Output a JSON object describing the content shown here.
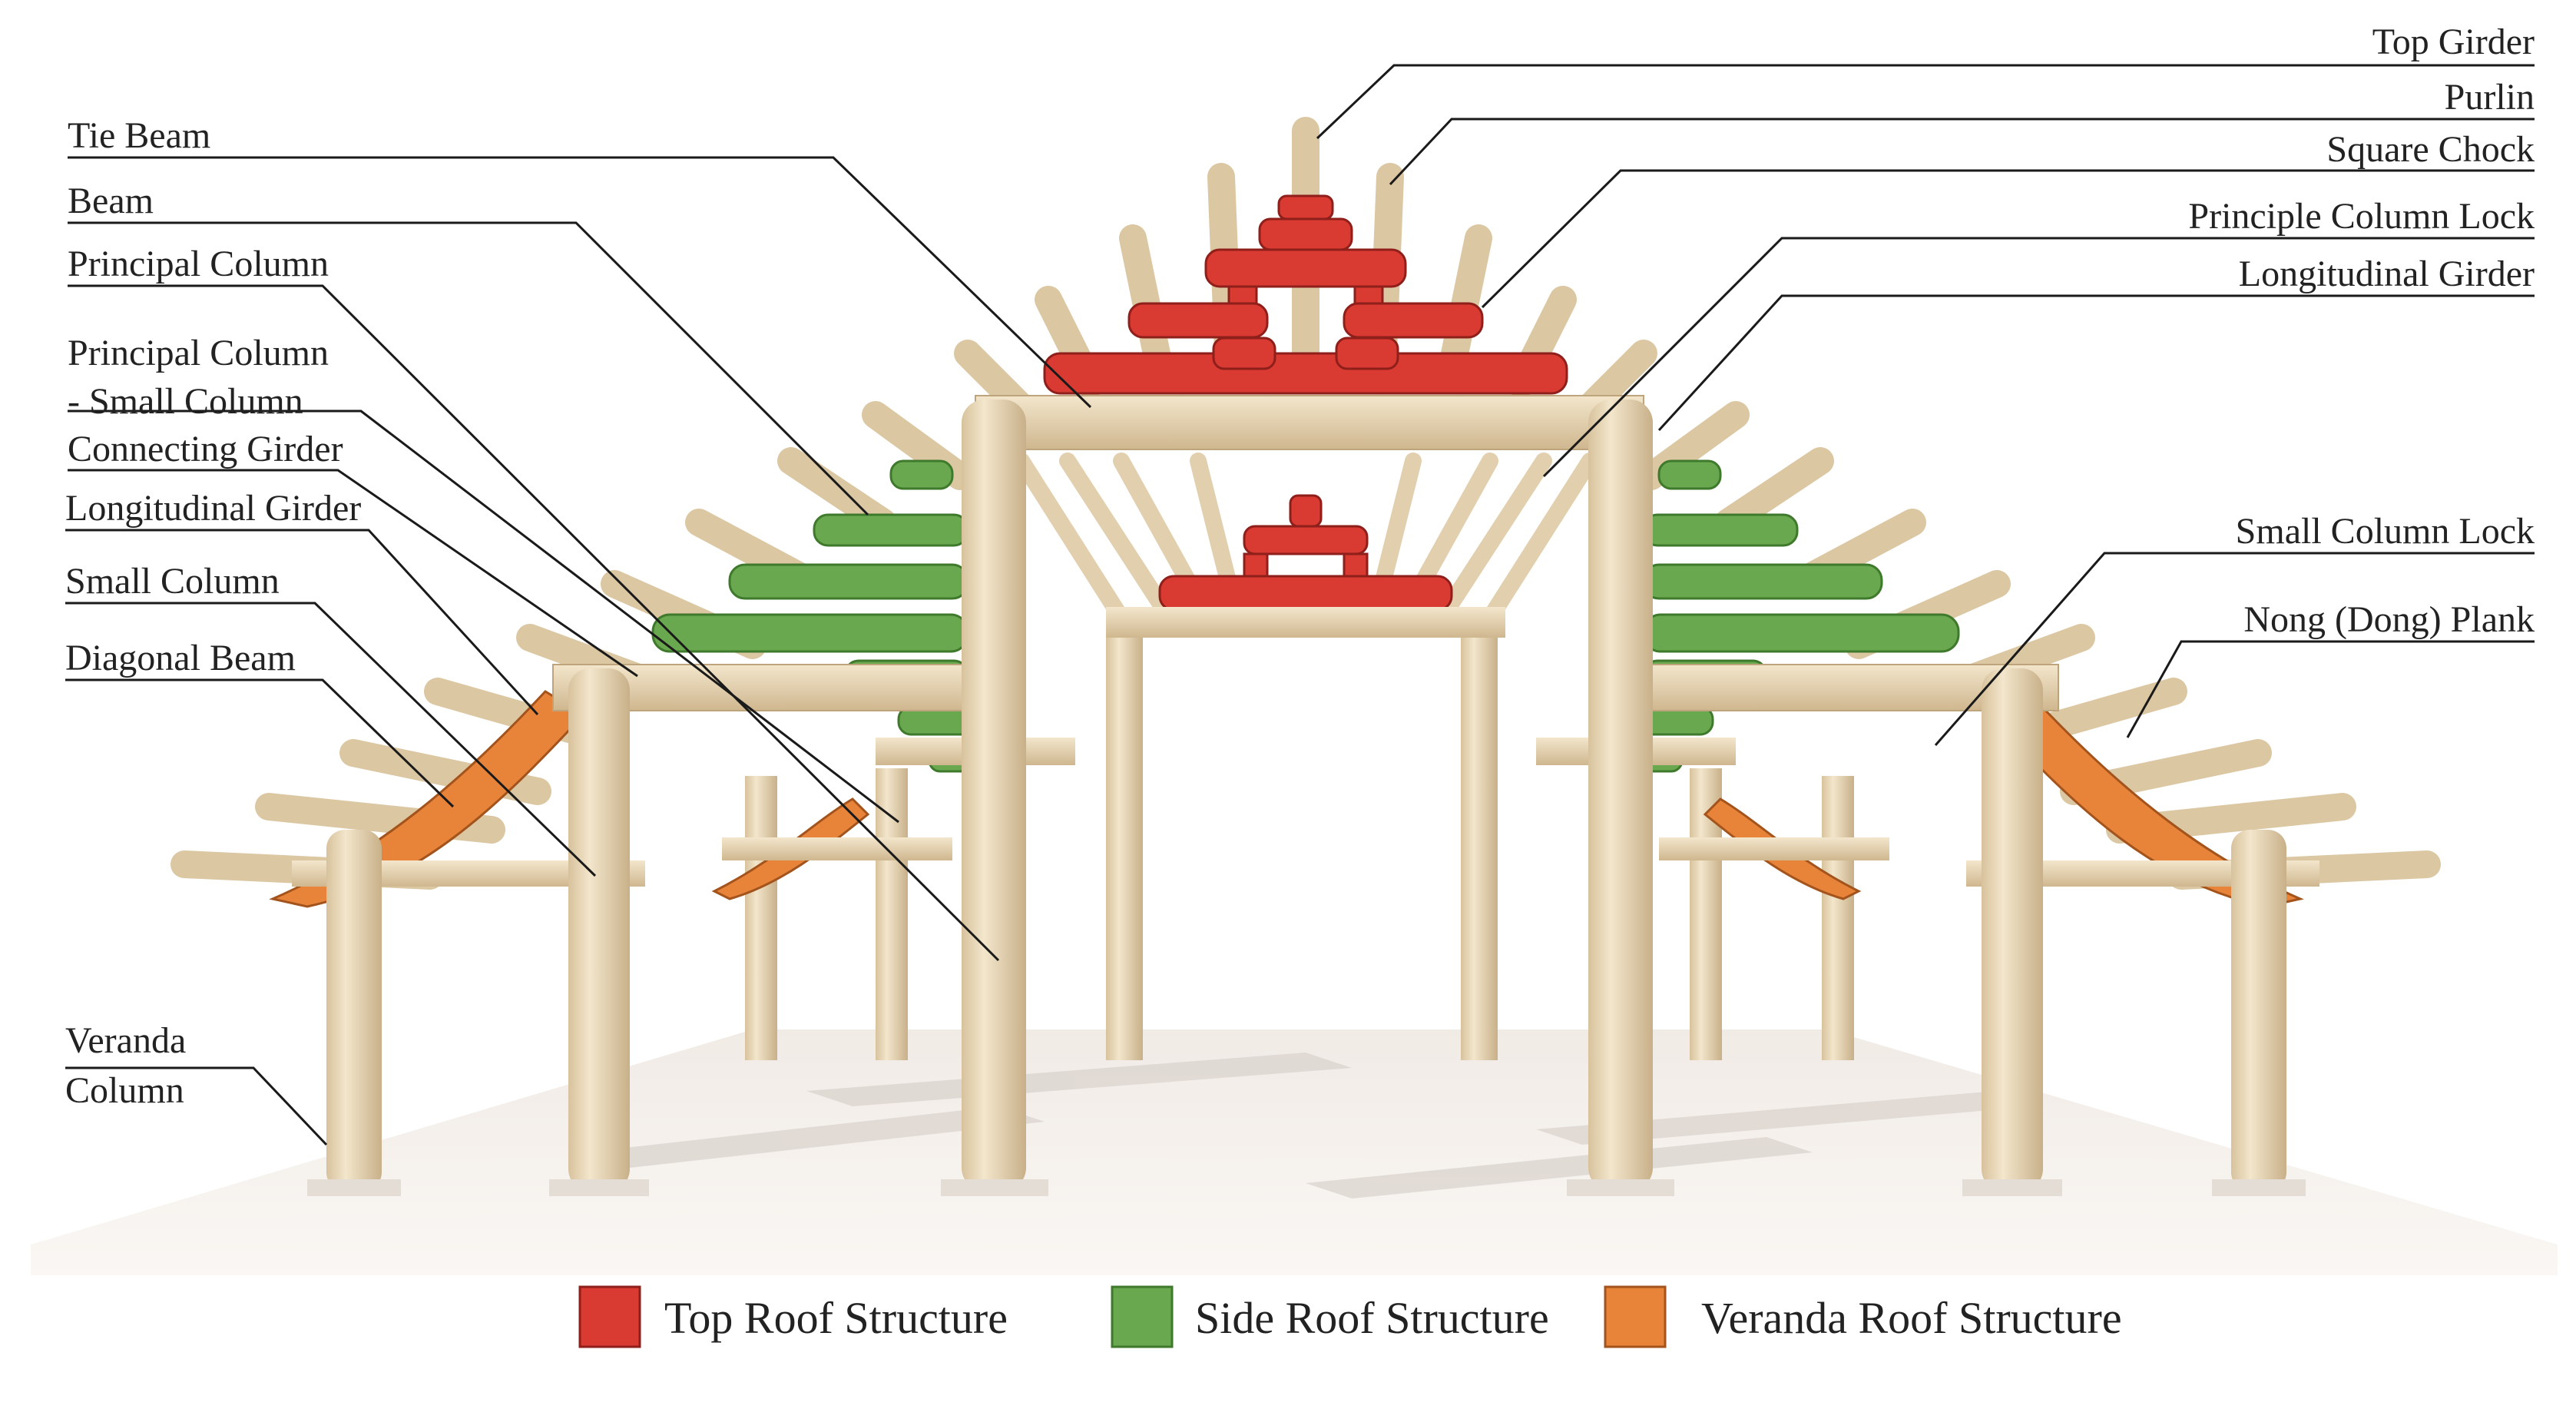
{
  "labels_left": [
    {
      "id": "tie-beam",
      "lines": [
        "Tie Beam"
      ]
    },
    {
      "id": "beam",
      "lines": [
        "Beam"
      ]
    },
    {
      "id": "principal-column",
      "lines": [
        "Principal Column"
      ]
    },
    {
      "id": "principal-column-small-column",
      "lines": [
        "Principal Column",
        "- Small Column"
      ]
    },
    {
      "id": "connecting-girder",
      "lines": [
        "Connecting Girder"
      ]
    },
    {
      "id": "longitudinal-girder-left",
      "lines": [
        "Longitudinal Girder"
      ]
    },
    {
      "id": "small-column",
      "lines": [
        "Small Column"
      ]
    },
    {
      "id": "diagonal-beam",
      "lines": [
        "Diagonal Beam"
      ]
    },
    {
      "id": "veranda-column",
      "lines": [
        "Veranda",
        "Column"
      ]
    }
  ],
  "labels_right": [
    {
      "id": "top-girder",
      "lines": [
        "Top Girder"
      ]
    },
    {
      "id": "purlin",
      "lines": [
        "Purlin"
      ]
    },
    {
      "id": "square-chock",
      "lines": [
        "Square Chock"
      ]
    },
    {
      "id": "principle-column-lock",
      "lines": [
        "Principle Column Lock"
      ]
    },
    {
      "id": "longitudinal-girder-right",
      "lines": [
        "Longitudinal Girder"
      ]
    },
    {
      "id": "small-column-lock",
      "lines": [
        "Small Column Lock"
      ]
    },
    {
      "id": "nong-dong-plank",
      "lines": [
        "Nong (Dong) Plank"
      ]
    }
  ],
  "legend": [
    {
      "id": "top-roof",
      "label": "Top Roof Structure",
      "color": "#d93a32"
    },
    {
      "id": "side-roof",
      "label": "Side Roof Structure",
      "color": "#6aa84f"
    },
    {
      "id": "veranda-roof",
      "label": "Veranda Roof Structure",
      "color": "#e8843a"
    }
  ],
  "colors": {
    "wood": "#e9d8b8",
    "wood_shade": "#cdb68e",
    "top_roof": "#d93a32",
    "side_roof": "#6aa84f",
    "veranda_roof": "#e8843a",
    "floor": "#f7f3ef"
  }
}
